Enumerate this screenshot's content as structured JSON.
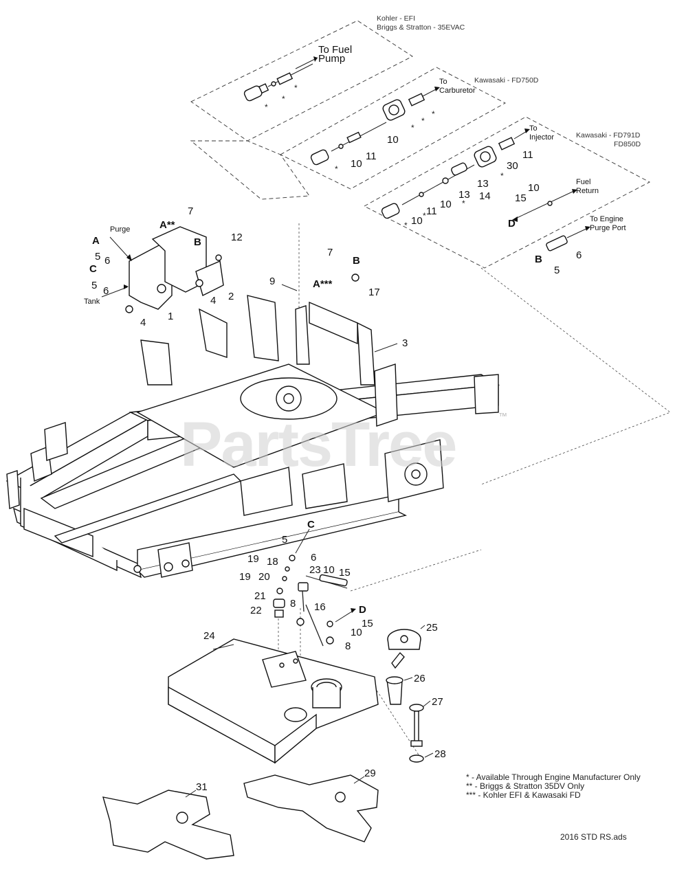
{
  "watermark": "PartsTree",
  "trademark": "™",
  "engine_boxes": {
    "box1_title_a": "Kohler - EFI",
    "box1_title_b": "Briggs & Stratton - 35EVAC",
    "box2_title": "Kawasaki - FD750D",
    "box3_title_a": "Kawasaki - FD791D",
    "box3_title_b": "FD850D"
  },
  "callouts": {
    "to_fuel_pump": "To Fuel Pump",
    "to_carburetor": "To Carburetor",
    "to_injector": "To Injector",
    "fuel_return": "Fuel Return",
    "to_engine_purge_port": "To Engine Purge Port",
    "purge": "Purge",
    "tank": "Tank"
  },
  "letters": {
    "A": "A",
    "B": "B",
    "C": "C",
    "D": "D",
    "A2": "A**",
    "A3": "A***"
  },
  "part_labels": [
    "1",
    "2",
    "3",
    "4",
    "5",
    "6",
    "7",
    "8",
    "9",
    "10",
    "11",
    "12",
    "13",
    "14",
    "15",
    "16",
    "17",
    "18",
    "19",
    "20",
    "21",
    "22",
    "23",
    "24",
    "25",
    "26",
    "27",
    "28",
    "29",
    "30",
    "31"
  ],
  "notes": {
    "n1": "* - Available Through Engine Manufacturer Only",
    "n2": "** - Briggs & Stratton 35DV Only",
    "n3": "*** - Kohler EFI & Kawasaki FD"
  },
  "drawing_id": "2016 STD RS.ads",
  "colors": {
    "line": "#111111",
    "watermark": "#cfcfcf"
  }
}
